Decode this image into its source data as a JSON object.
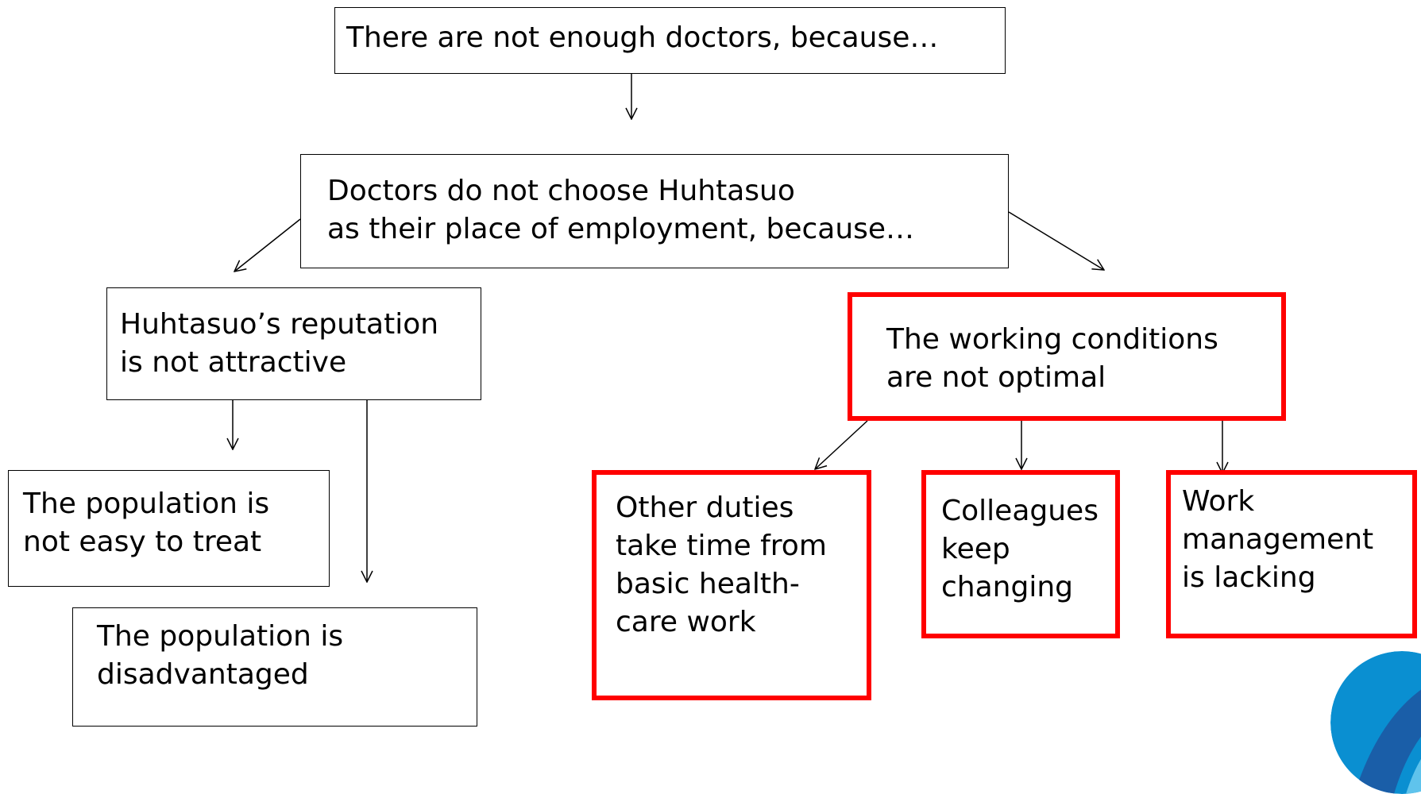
{
  "nodes": {
    "root": "There are not enough doctors, because…",
    "doctors_choice": "Doctors do not choose Huhtasuo\nas their place of employment, because…",
    "reputation": "Huhtasuo’s reputation\nis not attractive",
    "population_treat": "The population is\nnot easy to treat",
    "population_disadvantaged": "The population is\ndisadvantaged",
    "working_conditions": "The working conditions\nare not optimal",
    "other_duties": "Other duties\ntake time from\nbasic health-\ncare work",
    "colleagues": "Colleagues\nkeep\nchanging",
    "work_management": "Work\nmanagement\nis lacking"
  },
  "colors": {
    "highlight": "#ff0000",
    "box_border": "#000000",
    "logo_primary": "#0a8fd1",
    "logo_secondary": "#1a5ea8"
  }
}
